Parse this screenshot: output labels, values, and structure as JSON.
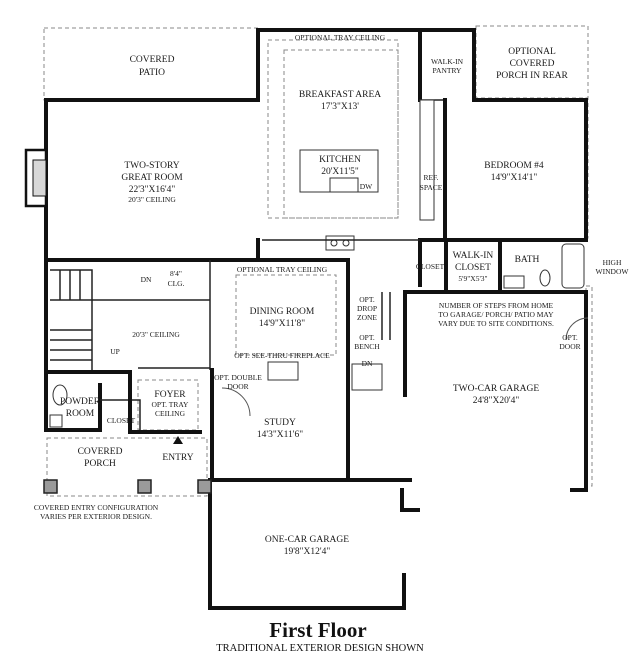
{
  "plan_title": "First Floor",
  "plan_subtitle": "TRADITIONAL EXTERIOR DESIGN SHOWN",
  "rooms": {
    "covered_patio": {
      "l1": "COVERED",
      "l2": "PATIO"
    },
    "breakfast": {
      "tray": "OPTIONAL TRAY CEILING",
      "name": "BREAKFAST AREA",
      "dims": "17'3\"X13'"
    },
    "walk_in_pantry": {
      "l1": "WALK-IN",
      "l2": "PANTRY"
    },
    "opt_covered_porch": {
      "l1": "OPTIONAL",
      "l2": "COVERED",
      "l3": "PORCH IN REAR"
    },
    "great_room": {
      "l1": "TWO-STORY",
      "l2": "GREAT ROOM",
      "dims": "22'3\"X16'4\"",
      "ceiling": "20'3\" CEILING"
    },
    "kitchen": {
      "name": "KITCHEN",
      "dims": "20'X11'5\"",
      "dw": "DW"
    },
    "ref_space": {
      "l1": "REF.",
      "l2": "SPACE"
    },
    "bedroom4": {
      "name": "BEDROOM #4",
      "dims": "14'9\"X14'1\""
    },
    "high_window": {
      "l1": "HIGH",
      "l2": "WINDOW"
    },
    "stairs": {
      "dn": "DN",
      "up": "UP",
      "clg1": "8'4\"",
      "clg2": "CLG.",
      "ceiling": "20'3\" CEILING"
    },
    "dining": {
      "tray": "OPTIONAL TRAY CEILING",
      "name": "DINING ROOM",
      "dims": "14'9\"X11'8\"",
      "fireplace": "OPT. SEE-THRU FIREPLACE"
    },
    "closet_mid": "CLOSET",
    "walk_in_closet": {
      "l1": "WALK-IN",
      "l2": "CLOSET",
      "dims": "5'9\"X5'3\""
    },
    "bath": "BATH",
    "drop_zone": {
      "l1": "OPT.",
      "l2": "DROP",
      "l3": "ZONE"
    },
    "bench": {
      "l1": "OPT.",
      "l2": "BENCH"
    },
    "bench_dn": "DN",
    "steps_note": {
      "l1": "NUMBER OF STEPS FROM HOME",
      "l2": "TO GARAGE/ PORCH/ PATIO MAY",
      "l3": "VARY DUE TO SITE CONDITIONS."
    },
    "opt_door": {
      "l1": "OPT.",
      "l2": "DOOR"
    },
    "two_car_garage": {
      "name": "TWO-CAR GARAGE",
      "dims": "24'8\"X20'4\""
    },
    "powder": {
      "l1": "POWDER",
      "l2": "ROOM"
    },
    "closet_foyer": "CLOSET",
    "foyer": {
      "name": "FOYER",
      "l2": "OPT. TRAY",
      "l3": "CEILING"
    },
    "double_door": {
      "l1": "OPT. DOUBLE",
      "l2": "DOOR"
    },
    "study": {
      "name": "STUDY",
      "dims": "14'3\"X11'6\""
    },
    "covered_porch": {
      "l1": "COVERED",
      "l2": "PORCH"
    },
    "entry": "ENTRY",
    "entry_note": {
      "l1": "COVERED ENTRY CONFIGURATION",
      "l2": "VARIES PER EXTERIOR DESIGN."
    },
    "one_car_garage": {
      "name": "ONE-CAR GARAGE",
      "dims": "19'8\"X12'4\""
    }
  }
}
